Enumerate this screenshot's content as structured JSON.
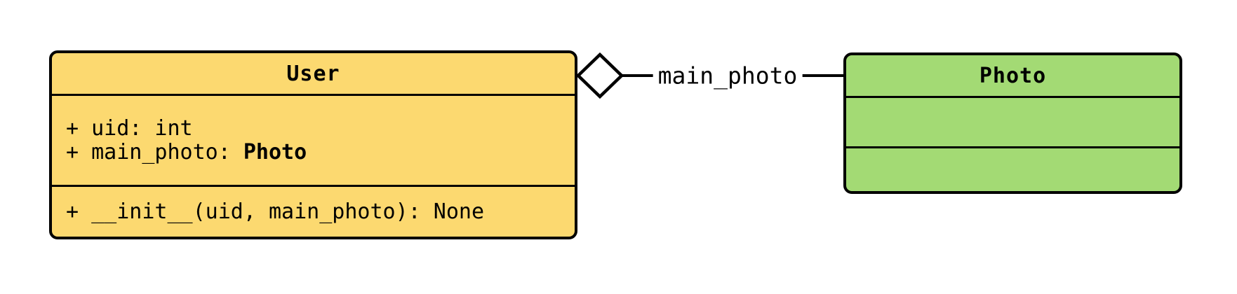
{
  "diagram": {
    "type": "uml-class-diagram",
    "background_color": "#ffffff",
    "line_color": "#000000",
    "classes": {
      "user": {
        "name": "User",
        "fill": "#FCD970",
        "attributes": [
          {
            "text": "+ uid: int",
            "bold": ""
          },
          {
            "text": "+ main_photo: ",
            "bold": "Photo"
          }
        ],
        "methods": [
          "+ __init__(uid, main_photo): None"
        ]
      },
      "photo": {
        "name": "Photo",
        "fill": "#A3DA74",
        "attributes": [],
        "methods": []
      }
    },
    "relation": {
      "from": "User",
      "to": "Photo",
      "label": "main_photo",
      "kind": "aggregation",
      "diamond_fill": "#ffffff",
      "diamond_stroke": "#000000"
    }
  }
}
